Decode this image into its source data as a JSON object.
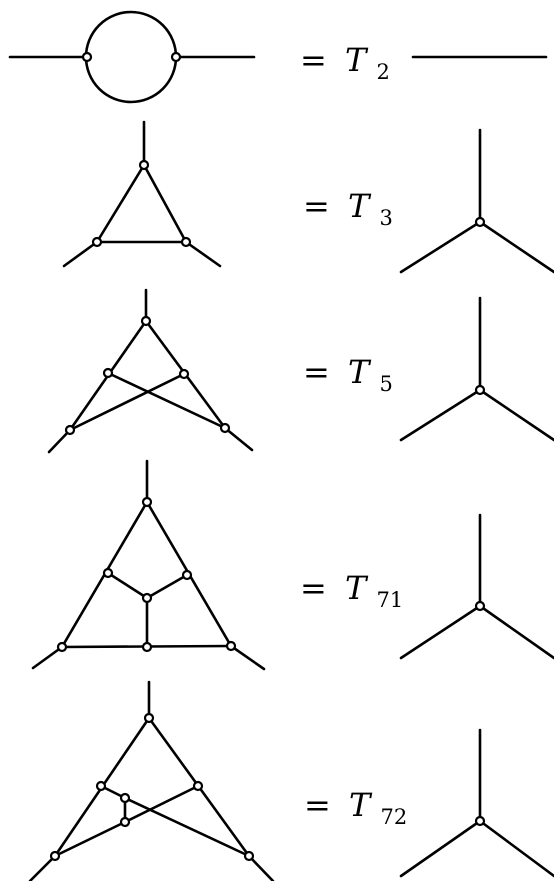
{
  "equations": [
    {
      "lhs": "=",
      "symbol": "T",
      "subscript": "2"
    },
    {
      "lhs": "=",
      "symbol": "T",
      "subscript": "3"
    },
    {
      "lhs": "=",
      "symbol": "T",
      "subscript": "5"
    },
    {
      "lhs": "=",
      "symbol": "T",
      "subscript": "71"
    },
    {
      "lhs": "=",
      "symbol": "T",
      "subscript": "72"
    }
  ],
  "colors": {
    "line": "#000000",
    "vertex_fill": "#ffffff",
    "background": "#ffffff"
  }
}
